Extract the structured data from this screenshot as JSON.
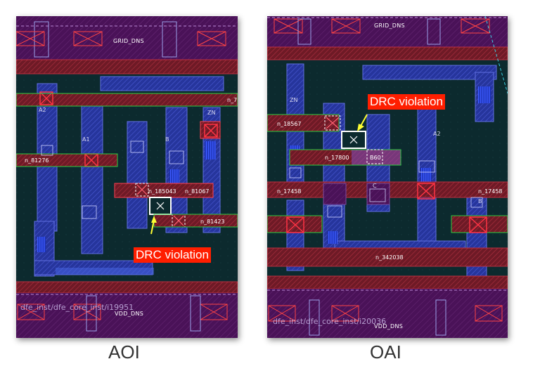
{
  "panels": [
    {
      "id": "aoi",
      "caption": "AOI",
      "callout": "DRC violation",
      "labels": {
        "grid_top": "GRID_DNS",
        "grid_bottom": "VDD_DNS",
        "instance": "dfe_inst/dfe_core_inst/i19951",
        "a2": "A2",
        "a1": "A1",
        "b": "B",
        "zn": "ZN",
        "n1": "n_81276",
        "n2": "n_185043",
        "n3": "n_81067",
        "n4": "n_81423",
        "n5": "n_7"
      }
    },
    {
      "id": "oai",
      "caption": "OAI",
      "callout": "DRC violation",
      "labels": {
        "grid_top": "GRID_DNS",
        "grid_bottom": "VDD_DNS",
        "instance": "dfe_inst/dfe_core_inst/i20036",
        "zn": "ZN",
        "a2": "A2",
        "c": "C",
        "b2": "B",
        "n1": "n_18567",
        "n2": "n_17800",
        "n3": "n_17458",
        "n4": "n_17458",
        "n5": "n_342038",
        "n6": "B60"
      }
    }
  ],
  "colors": {
    "background": "#0c2a2e",
    "metal_blue": "#2a3aa8",
    "metal_red": "#8a1a22",
    "power_rail": "#5a1a60",
    "violation_box": "#ffffff",
    "callout": "#ff1e00",
    "arrow": "#ffff33"
  }
}
